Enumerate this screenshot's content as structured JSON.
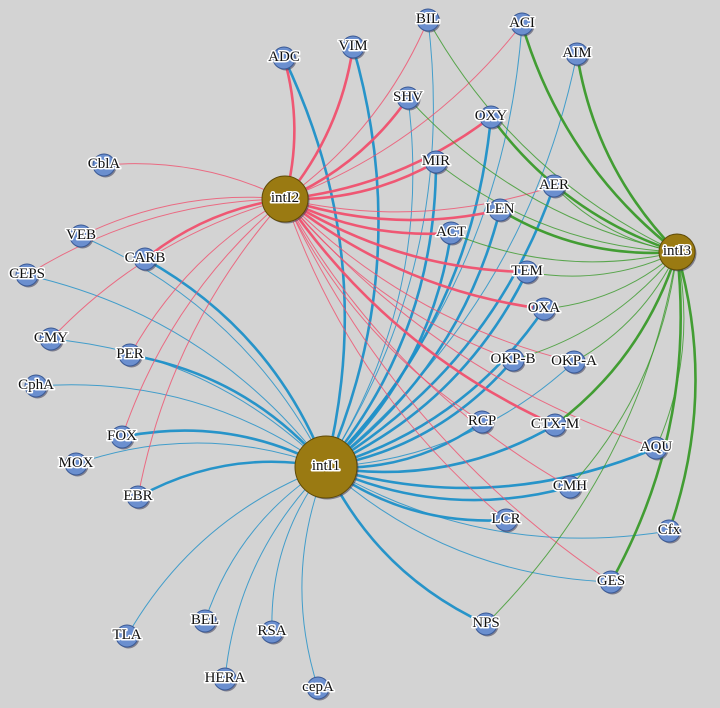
{
  "colors": {
    "background": "#d3d3d3",
    "gene_node": "#6b8fcf",
    "hub_node": "#9a7a12",
    "intI1_edge": "#1e90c8",
    "intI2_edge": "#f0506e",
    "intI3_edge": "#3a9a2a"
  },
  "hubs": [
    {
      "id": "intI1",
      "label": "intI1"
    },
    {
      "id": "intI2",
      "label": "intI2"
    },
    {
      "id": "intI3",
      "label": "intI3"
    }
  ],
  "genes": [
    {
      "id": "ADC",
      "label": "ADC"
    },
    {
      "id": "VIM",
      "label": "VIM"
    },
    {
      "id": "BIL",
      "label": "BIL"
    },
    {
      "id": "ACI",
      "label": "ACI"
    },
    {
      "id": "AIM",
      "label": "AIM"
    },
    {
      "id": "SHV",
      "label": "SHV"
    },
    {
      "id": "OXY",
      "label": "OXY"
    },
    {
      "id": "MIR",
      "label": "MIR"
    },
    {
      "id": "AER",
      "label": "AER"
    },
    {
      "id": "LEN",
      "label": "LEN"
    },
    {
      "id": "ACT",
      "label": "ACT"
    },
    {
      "id": "TEM",
      "label": "TEM"
    },
    {
      "id": "OXA",
      "label": "OXA"
    },
    {
      "id": "OKP-B",
      "label": "OKP-B"
    },
    {
      "id": "OKP-A",
      "label": "OKP-A"
    },
    {
      "id": "RCP",
      "label": "RCP"
    },
    {
      "id": "CTX-M",
      "label": "CTX-M"
    },
    {
      "id": "AQU",
      "label": "AQU"
    },
    {
      "id": "CMH",
      "label": "CMH"
    },
    {
      "id": "Cfx",
      "label": "Cfx"
    },
    {
      "id": "LCR",
      "label": "LCR"
    },
    {
      "id": "GES",
      "label": "GES"
    },
    {
      "id": "NPS",
      "label": "NPS"
    },
    {
      "id": "CblA",
      "label": "CblA"
    },
    {
      "id": "VEB",
      "label": "VEB"
    },
    {
      "id": "CARB",
      "label": "CARB"
    },
    {
      "id": "CEPS",
      "label": "CEPS"
    },
    {
      "id": "CMY",
      "label": "CMY"
    },
    {
      "id": "PER",
      "label": "PER"
    },
    {
      "id": "CphA",
      "label": "CphA"
    },
    {
      "id": "FOX",
      "label": "FOX"
    },
    {
      "id": "MOX",
      "label": "MOX"
    },
    {
      "id": "EBR",
      "label": "EBR"
    },
    {
      "id": "TLA",
      "label": "TLA"
    },
    {
      "id": "BEL",
      "label": "BEL"
    },
    {
      "id": "RSA",
      "label": "RSA"
    },
    {
      "id": "HERA",
      "label": "HERA"
    },
    {
      "id": "cepA",
      "label": "cepA"
    }
  ],
  "edges": {
    "intI1": [
      "VIM",
      "BIL",
      "ACI",
      "AIM",
      "SHV",
      "OXY",
      "MIR",
      "AER",
      "LEN",
      "ACT",
      "TEM",
      "OXA",
      "OKP-B",
      "OKP-A",
      "RCP",
      "CTX-M",
      "AQU",
      "CMH",
      "Cfx",
      "LCR",
      "GES",
      "NPS",
      "VEB",
      "CARB",
      "CEPS",
      "CMY",
      "PER",
      "CphA",
      "FOX",
      "MOX",
      "EBR",
      "TLA",
      "BEL",
      "RSA",
      "HERA",
      "cepA",
      "ADC"
    ],
    "intI2": [
      "ADC",
      "VIM",
      "BIL",
      "ACI",
      "SHV",
      "OXY",
      "MIR",
      "AER",
      "LEN",
      "ACT",
      "TEM",
      "OXA",
      "OKP-B",
      "OKP-A",
      "RCP",
      "CTX-M",
      "CMH",
      "LCR",
      "GES",
      "AQU",
      "CblA",
      "VEB",
      "CARB",
      "CEPS",
      "CMY",
      "PER",
      "FOX",
      "EBR"
    ],
    "intI3": [
      "BIL",
      "ACI",
      "AIM",
      "SHV",
      "OXY",
      "MIR",
      "AER",
      "LEN",
      "ACT",
      "TEM",
      "OXA",
      "OKP-B",
      "OKP-A",
      "CTX-M",
      "AQU",
      "CMH",
      "Cfx",
      "GES",
      "NPS"
    ]
  }
}
